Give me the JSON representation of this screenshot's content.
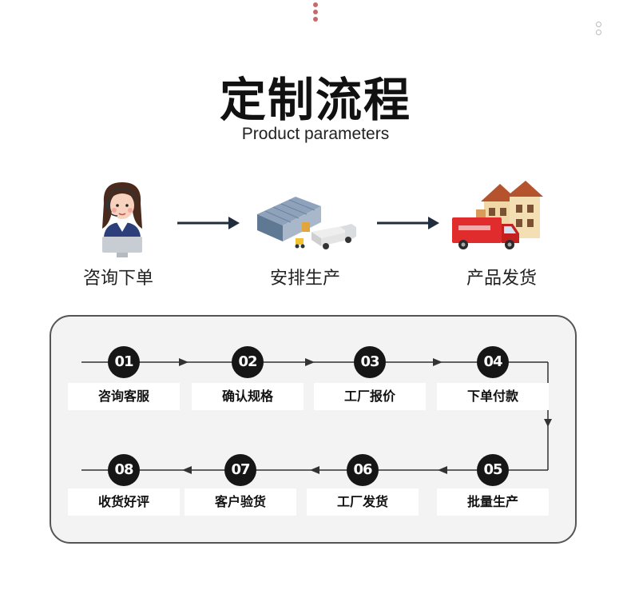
{
  "title": "定制流程",
  "subtitle": "Product parameters",
  "stages": [
    {
      "label": "咨询下单",
      "icon": "customer-service-agent-icon"
    },
    {
      "label": "安排生产",
      "icon": "factory-warehouse-icon"
    },
    {
      "label": "产品发货",
      "icon": "delivery-truck-house-icon"
    }
  ],
  "steps": [
    {
      "num": "01",
      "label": "咨询客服"
    },
    {
      "num": "02",
      "label": "确认规格"
    },
    {
      "num": "03",
      "label": "工厂报价"
    },
    {
      "num": "04",
      "label": "下单付款"
    },
    {
      "num": "05",
      "label": "批量生产"
    },
    {
      "num": "06",
      "label": "工厂发货"
    },
    {
      "num": "07",
      "label": "客户验货"
    },
    {
      "num": "08",
      "label": "收货好评"
    }
  ],
  "colors": {
    "accent": "#161616",
    "panel_bg": "#f3f3f3",
    "panel_border": "#555555"
  }
}
